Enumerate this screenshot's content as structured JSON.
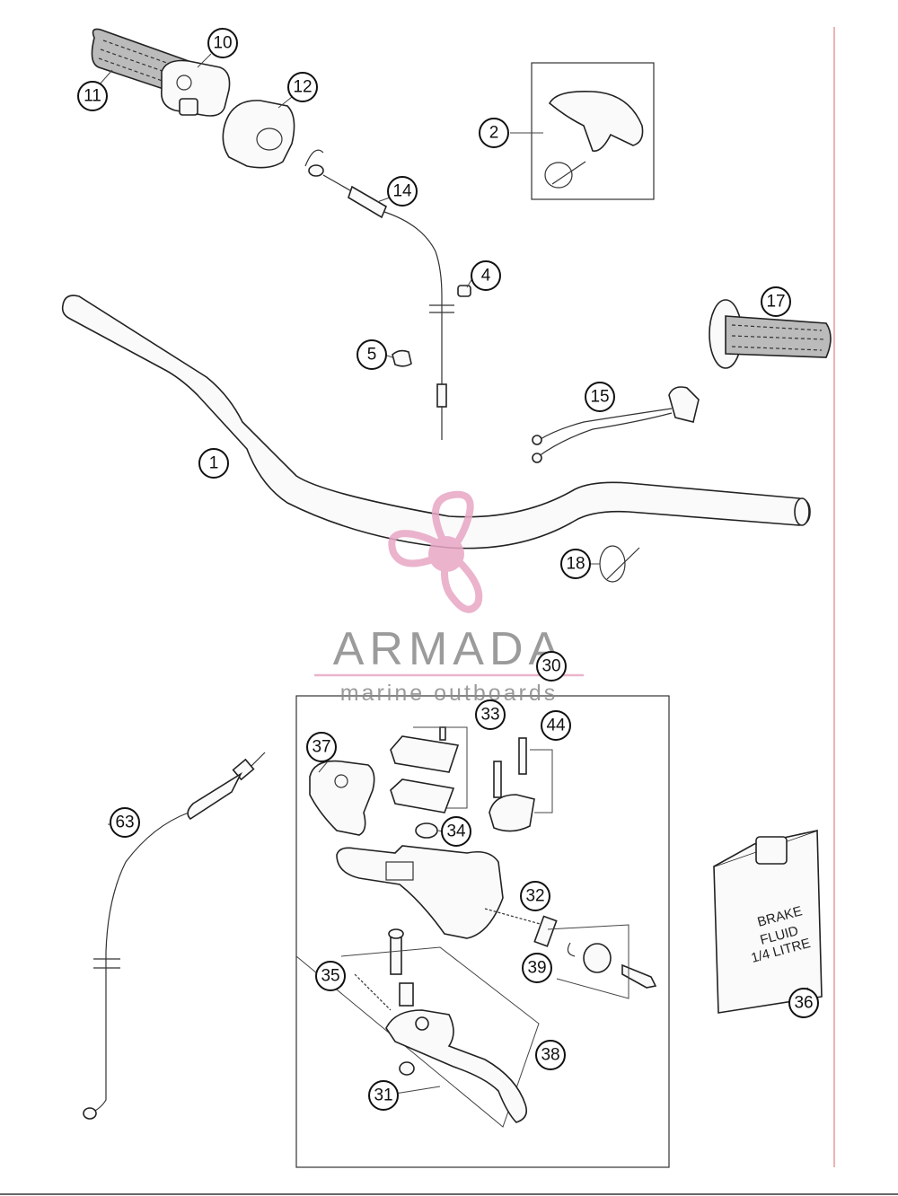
{
  "callouts": [
    {
      "id": "c1",
      "label": "1"
    },
    {
      "id": "c2",
      "label": "2"
    },
    {
      "id": "c4",
      "label": "4"
    },
    {
      "id": "c5",
      "label": "5"
    },
    {
      "id": "c10",
      "label": "10"
    },
    {
      "id": "c11",
      "label": "11"
    },
    {
      "id": "c12",
      "label": "12"
    },
    {
      "id": "c14",
      "label": "14"
    },
    {
      "id": "c15",
      "label": "15"
    },
    {
      "id": "c17",
      "label": "17"
    },
    {
      "id": "c18",
      "label": "18"
    },
    {
      "id": "c30",
      "label": "30"
    },
    {
      "id": "c31",
      "label": "31"
    },
    {
      "id": "c32",
      "label": "32"
    },
    {
      "id": "c33",
      "label": "33"
    },
    {
      "id": "c34",
      "label": "34"
    },
    {
      "id": "c35",
      "label": "35"
    },
    {
      "id": "c36",
      "label": "36"
    },
    {
      "id": "c37",
      "label": "37"
    },
    {
      "id": "c38",
      "label": "38"
    },
    {
      "id": "c39",
      "label": "39"
    },
    {
      "id": "c44",
      "label": "44"
    },
    {
      "id": "c63",
      "label": "63"
    }
  ],
  "watermark": {
    "brand": "ARMADA",
    "tagline": "marine outboards",
    "color": "#e8a6c4"
  },
  "brake_fluid": {
    "line1": "BRAKE",
    "line2": "FLUID",
    "line3": "1/4 LITRE"
  }
}
